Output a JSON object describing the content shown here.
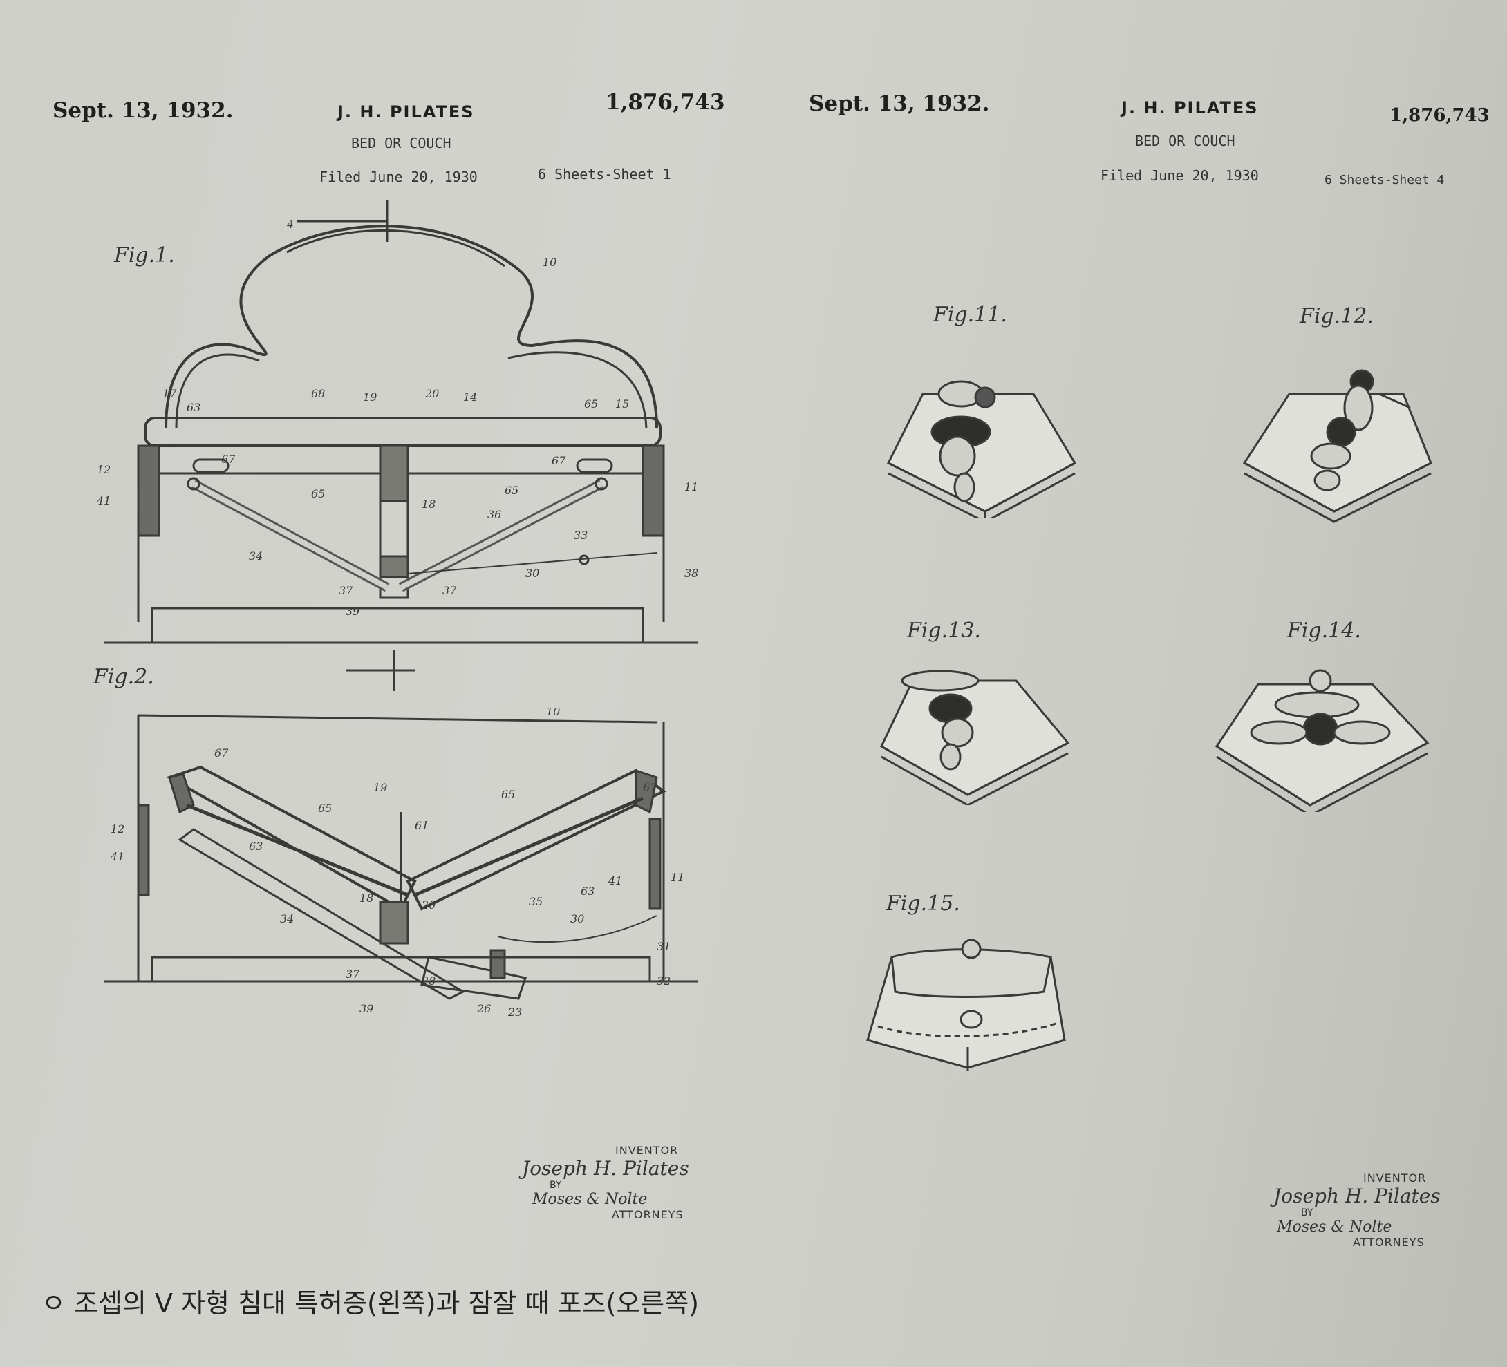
{
  "left_sheet": {
    "date": "Sept. 13, 1932.",
    "inventor": "J. H. PILATES",
    "title": "BED OR COUCH",
    "filed": "Filed June 20, 1930",
    "sheets": "6 Sheets-Sheet 1",
    "patent_number": "1,876,743",
    "figures": [
      "Fig.1.",
      "Fig.2."
    ],
    "signature": {
      "inventor_tag": "INVENTOR",
      "name": "Joseph H. Pilates",
      "by": "BY",
      "attorney": "Moses & Nolte",
      "attorneys_tag": "ATTORNEYS"
    }
  },
  "right_sheet": {
    "date": "Sept. 13, 1932.",
    "inventor": "J. H. PILATES",
    "title": "BED OR COUCH",
    "filed": "Filed June 20, 1930",
    "sheets": "6 Sheets-Sheet 4",
    "patent_number": "1,876,743",
    "figures": [
      "Fig.11.",
      "Fig.12.",
      "Fig.13.",
      "Fig.14.",
      "Fig.15."
    ],
    "signature": {
      "inventor_tag": "INVENTOR",
      "name": "Joseph H. Pilates",
      "by": "BY",
      "attorney": "Moses & Nolte",
      "attorneys_tag": "ATTORNEYS"
    }
  },
  "caption": "ㅇ 조셉의 V 자형 침대 특허증(왼쪽)과 잠잘 때 포즈(오른쪽)"
}
